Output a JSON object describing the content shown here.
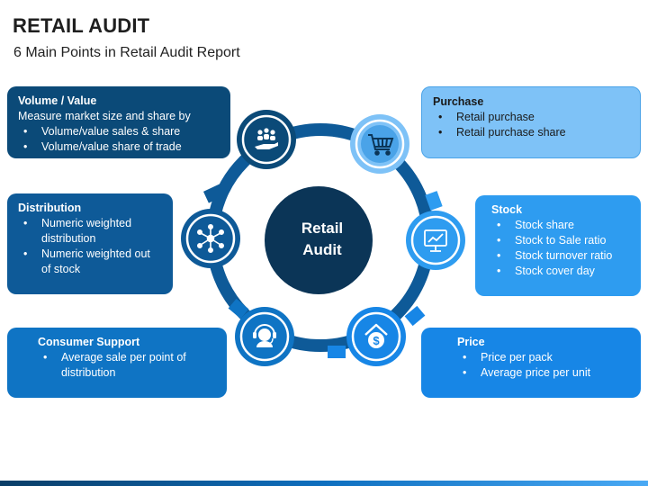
{
  "header": {
    "title": "RETAIL AUDIT",
    "subtitle": "6 Main Points in Retail Audit Report"
  },
  "center": {
    "line1": "Retail",
    "line2": "Audit"
  },
  "colors": {
    "center": "#0b3557",
    "ring": "#0e5a98",
    "volume": "#0b4a78",
    "distribution": "#0e5a98",
    "consumer_support": "#0f74c4",
    "purchase": "#7ec2f7",
    "stock": "#2e9cf0",
    "price": "#1786e6"
  },
  "sections": {
    "volume": {
      "title": "Volume / Value",
      "lead": "Measure market size and share by",
      "items": [
        "Volume/value sales & share",
        "Volume/value share of trade"
      ],
      "icon": "people-hand-icon"
    },
    "distribution": {
      "title": "Distribution",
      "items": [
        "Numeric weighted distribution",
        "Numeric weighted out of stock"
      ],
      "icon": "network-nodes-icon"
    },
    "consumer_support": {
      "title": "Consumer Support",
      "items": [
        "Average sale per point of distribution"
      ],
      "icon": "headset-support-icon"
    },
    "purchase": {
      "title": "Purchase",
      "items": [
        "Retail purchase",
        "Retail purchase share"
      ],
      "icon": "shopping-cart-icon"
    },
    "stock": {
      "title": "Stock",
      "items": [
        "Stock share",
        "Stock to Sale ratio",
        "Stock turnover ratio",
        "Stock cover day"
      ],
      "icon": "monitor-chart-icon"
    },
    "price": {
      "title": "Price",
      "items": [
        "Price per pack",
        "Average price per unit"
      ],
      "icon": "house-dollar-icon"
    }
  }
}
